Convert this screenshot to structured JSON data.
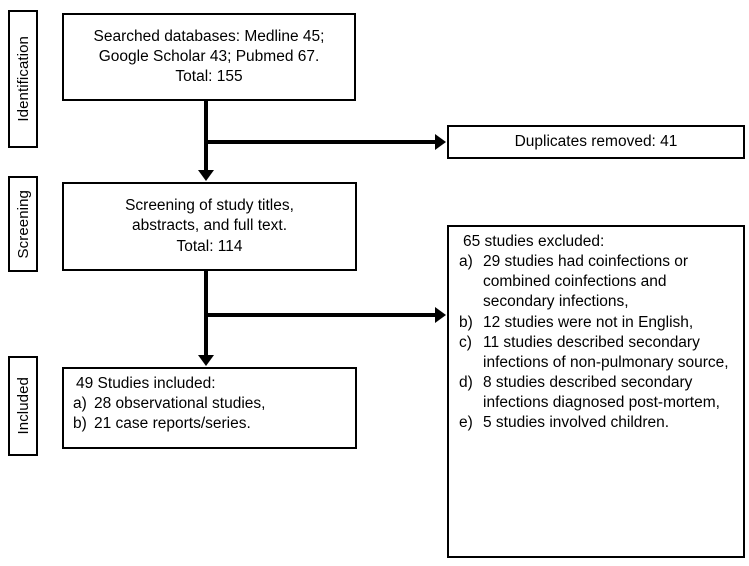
{
  "diagram": {
    "type": "prisma-flow-diagram",
    "stages": [
      {
        "id": "identification",
        "label": "Identification"
      },
      {
        "id": "screening",
        "label": "Screening"
      },
      {
        "id": "included",
        "label": "Included"
      }
    ],
    "nodes": {
      "identification": {
        "lines": [
          "Searched databases: Medline 45;",
          "Google Scholar 43; Pubmed 67.",
          "Total: 155"
        ]
      },
      "duplicates": {
        "text": "Duplicates removed: 41"
      },
      "screening": {
        "lines": [
          "Screening of study titles,",
          "abstracts, and full text.",
          "Total: 114"
        ]
      },
      "included": {
        "heading": "49 Studies included:",
        "items": [
          {
            "marker": "a)",
            "text": "28 observational studies,"
          },
          {
            "marker": "b)",
            "text": "21 case reports/series."
          }
        ]
      },
      "excluded": {
        "heading": "65 studies excluded:",
        "items": [
          {
            "marker": "a)",
            "text": "29 studies had coinfections or combined coinfections and secondary infections,"
          },
          {
            "marker": "b)",
            "text": "12 studies were not in English,"
          },
          {
            "marker": "c)",
            "text": "11 studies described secondary infections of non-pulmonary source,"
          },
          {
            "marker": "d)",
            "text": "8 studies described secondary infections diagnosed post-mortem,"
          },
          {
            "marker": "e)",
            "text": "5 studies involved children."
          }
        ]
      }
    },
    "colors": {
      "stroke": "#000000",
      "fill": "#ffffff",
      "text": "#000000"
    }
  }
}
